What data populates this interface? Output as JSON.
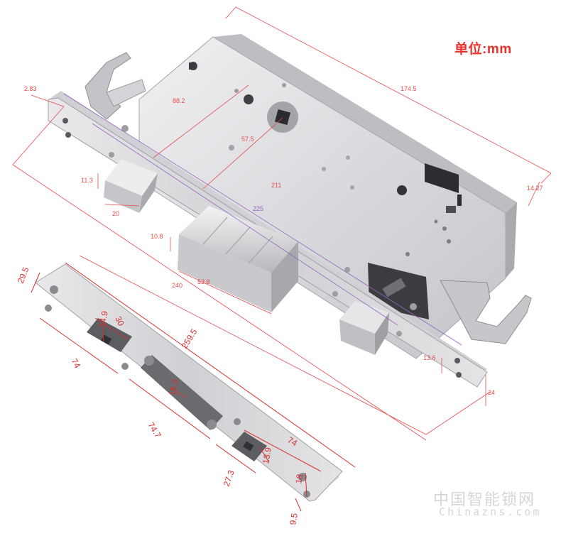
{
  "unit_label": "单位:mm",
  "colors": {
    "dimension_red": "#e84c4c",
    "dimension_purple": "#9b5fc0",
    "steel_light": "#e6e6e8",
    "steel_mid": "#c9cacd",
    "steel_dark": "#8e9096"
  },
  "lock_body_dimensions": {
    "d_2_83": "2.83",
    "d_88_2": "88.2",
    "d_174_5": "174.5",
    "d_57_5": "57.5",
    "d_11_3": "11.3",
    "d_211": "211",
    "d_225": "225",
    "d_20": "20",
    "d_14_27": "14.27",
    "d_10_8": "10.8",
    "d_240": "240",
    "d_53_8": "53.8",
    "d_13_6": "13.6",
    "d_24": "24"
  },
  "strike_plate_dimensions": {
    "d_29_5": "29.5",
    "d_30": "30",
    "d_14_9": "14.9",
    "d_74_left": "74",
    "d_259_5": "259.5",
    "d_15_3": "15.3",
    "d_74_7": "74.7",
    "d_74_right": "74",
    "d_13_9": "13.9",
    "d_27_3": "27.3",
    "d_18": "18",
    "d_9_5": "9.5"
  },
  "watermark": {
    "text_cn": "中国智能锁网",
    "text_en": "Chinazns.com"
  }
}
